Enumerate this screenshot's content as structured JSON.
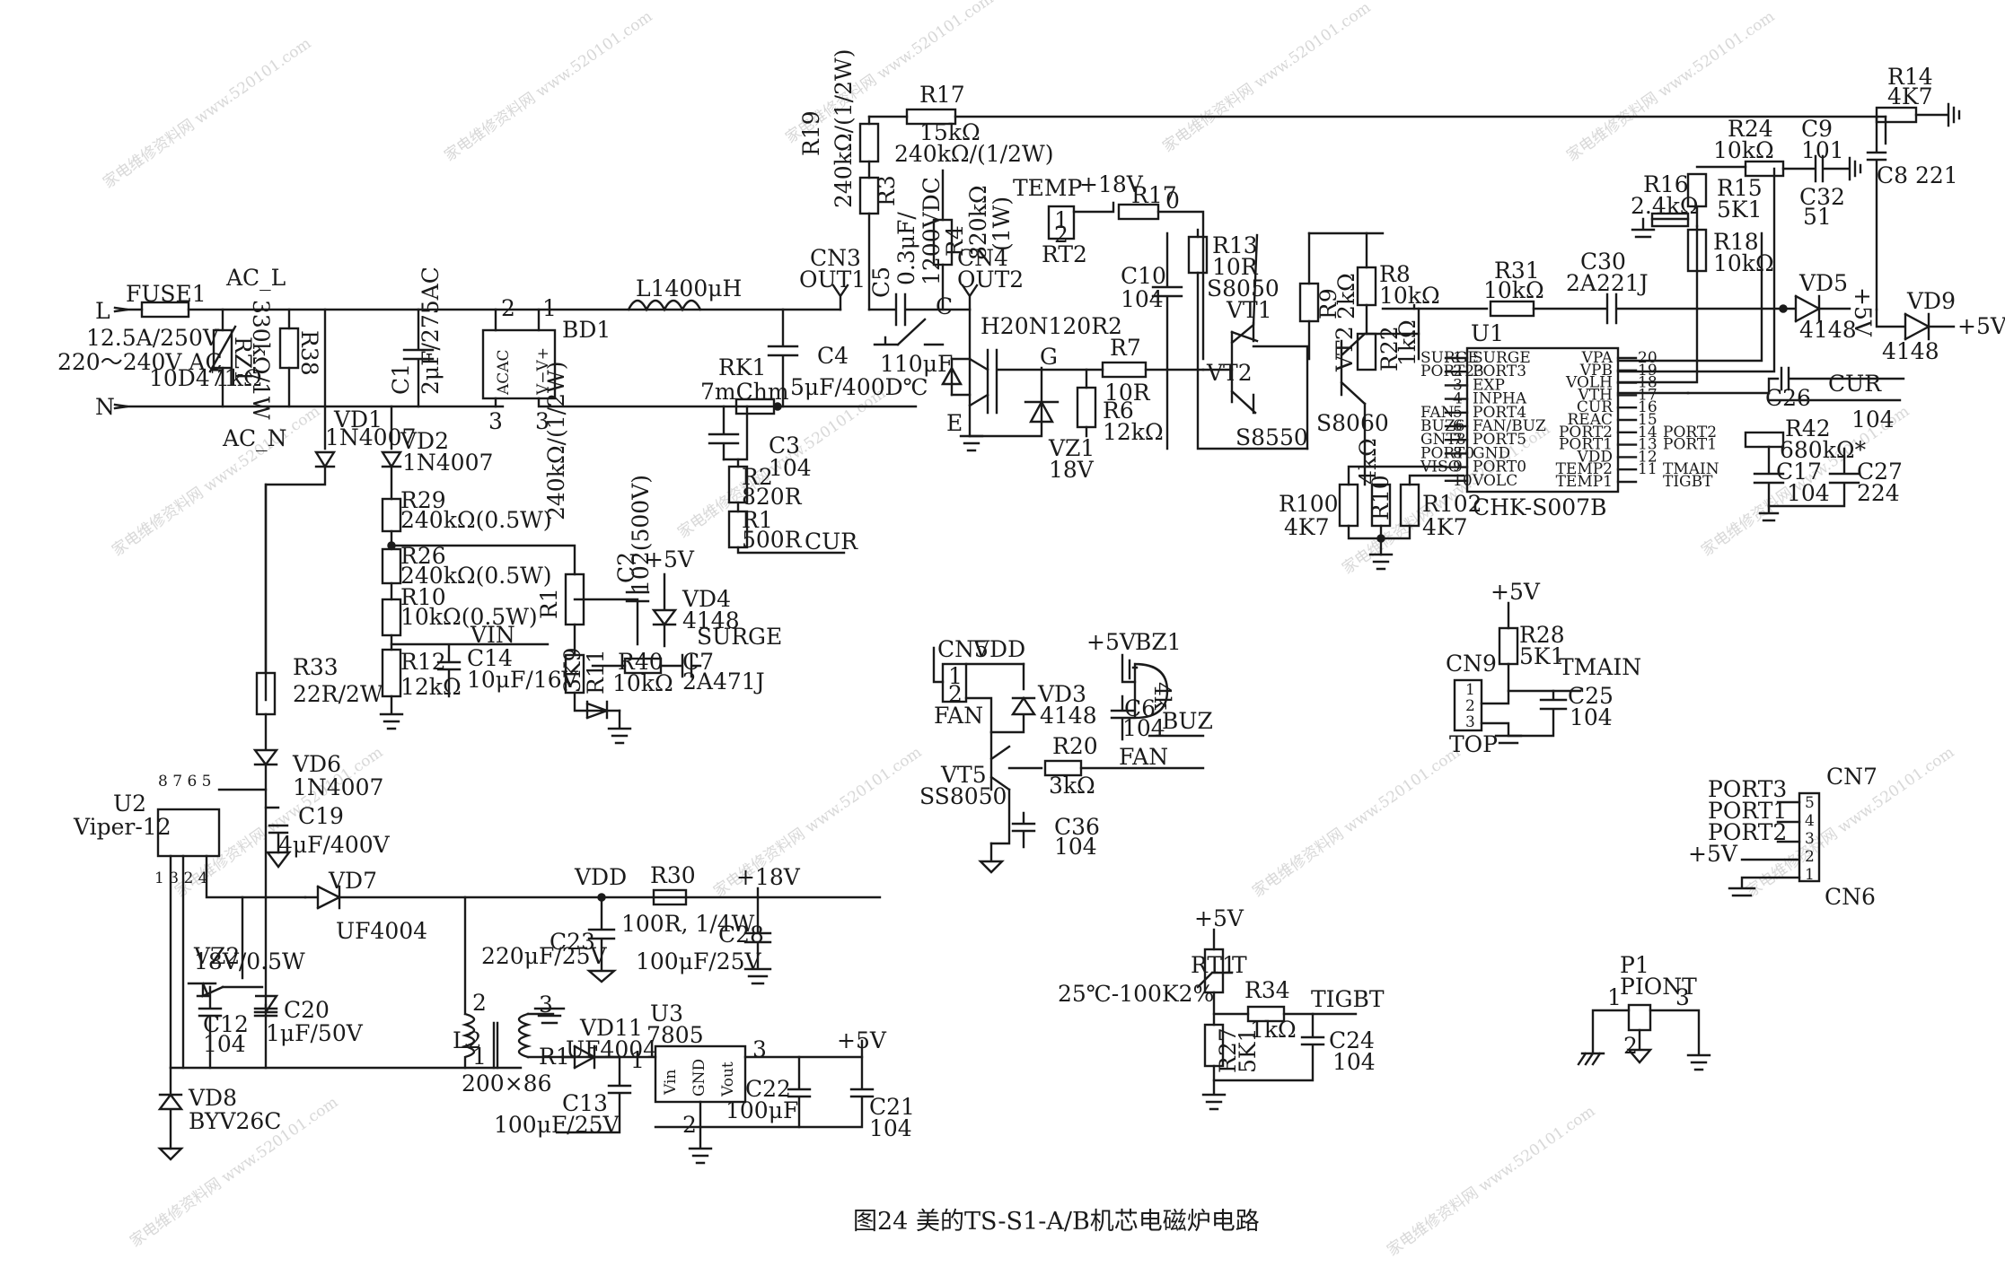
{
  "caption": "图24   美的TS-S1-A/B机芯电磁炉电路",
  "watermark": "家电维修资料网 www.520101.com",
  "labels": {
    "L": "L",
    "N": "N",
    "FUSE1": "FUSE1",
    "fuse_rating": "12.5A/250V",
    "ac_in": "220～240V AC",
    "RZ1": "RZ1",
    "rz1_val": "10D471",
    "R38": "R38",
    "r38_val": "1kΩ",
    "r38_rating": "330kΩ/1W",
    "AC_L": "AC_L",
    "AC_N": "AC_N",
    "C1": "C1",
    "c1_val": "2μF/275AC",
    "BD1": "BD1",
    "ACAC": "ACAC",
    "VV": "V−V+",
    "bd_p2": "2",
    "bd_p1": "1",
    "bd_p3": "3",
    "L1": "L1400μH",
    "CN3": "CN3",
    "OUT1": "OUT1",
    "CN4": "CN4",
    "OUT2": "OUT2",
    "C4": "C4",
    "c4_val": "5μF/400D℃",
    "RK1": "RK1",
    "rk1_val": "7mChm",
    "C3": "C3",
    "c3_val": "104",
    "R2": "R2",
    "r2_val": "820R",
    "R1a": "R1",
    "r1a_val": "500R",
    "CUR": "CUR",
    "R19": "R19",
    "r19_val": "240kΩ/(1/2W)",
    "R17": "R17",
    "r17_val": "15kΩ",
    "R3": "R3",
    "r3_val": "240kΩ/(1/2W)",
    "C5": "C5",
    "c5_val": "0.3μF/",
    "c5_v": "1200VDC",
    "c5_b": "110μF",
    "R4": "R4",
    "r4_val": "820kΩ",
    "r4_w": "(1W)",
    "C_pin": "C",
    "E_pin": "E",
    "G_pin": "G",
    "IGBT": "H20N120R2",
    "R7": "R7",
    "r7_val": "10R",
    "R6": "R6",
    "r6_val": "12kΩ",
    "VZ1": "VZ1",
    "vz1_val": "18V",
    "TEMP": "TEMP",
    "p18": "+18V",
    "R17b": "R17",
    "zero": "0",
    "RT2": "RT2",
    "one": "1",
    "two": "2",
    "C10": "C10",
    "c10_val": "104",
    "R13": "R13",
    "r13_val": "10R",
    "S8050": "S8050",
    "VT1": "VT1",
    "VT2": "VT2",
    "S8550": "S8550",
    "R9": "R9",
    "r9_val": "2kΩ",
    "R8": "R8",
    "r8_val": "10kΩ",
    "VT2b": "VT2",
    "R22": "R22",
    "r22_val": "1kΩ",
    "S8060": "S8060",
    "R100": "R100",
    "r100_val": "4K7",
    "R10": "R10",
    "r10_val": "4kΩ",
    "R102": "R102",
    "r102_val": "4K7",
    "R31": "R31",
    "r31_val": "10kΩ",
    "C30": "C30",
    "c30_val": "2A221J",
    "U1": "U1",
    "chip": "CHK-S007B",
    "pins_left": [
      "SURGE",
      "PORT3",
      "EXP",
      "INPHA",
      "PORT4",
      "FAN/BUZ",
      "PORT5",
      "GND",
      "PORT0",
      "VOLC"
    ],
    "pins_left_nums": [
      "1",
      "2",
      "3",
      "4",
      "5",
      "6",
      "7",
      "8",
      "9",
      "10"
    ],
    "pins_right": [
      "VPA",
      "VPB",
      "VOLH",
      "VTH",
      "CUR",
      "REAC",
      "PORT2",
      "PORT1",
      "VDD",
      "TEMP2",
      "TEMP1"
    ],
    "pins_right_nums": [
      "20",
      "19",
      "18",
      "17",
      "16",
      "15",
      "14",
      "13",
      "12",
      "11"
    ],
    "ext_left": [
      "SURGE",
      "PORT23",
      "",
      "",
      "FAN",
      "BUZ6",
      "GNT8",
      "PORT0",
      "VISO"
    ],
    "ext_right": [
      "PORT2",
      "PORT1",
      "",
      "TMAIN",
      "TIGBT"
    ],
    "R14": "R14",
    "r14_val": "4K7",
    "R24": "R24",
    "r24_val": "10kΩ",
    "C9": "C9",
    "c9_val": "101",
    "C8": "C8 221",
    "C32": "C32",
    "c32_val": "51",
    "R16": "R16",
    "r16_val": "2.4kΩ",
    "R15": "R15",
    "r15_val": "5K1",
    "R18": "R18",
    "r18_val": "10kΩ",
    "VD5": "VD5",
    "vd5_val": "4148",
    "VD9": "VD9",
    "vd9_val": "4148",
    "p5": "+5V",
    "p5r": "+5V",
    "C26": "C26",
    "CUR2": "CUR",
    "c26_val": "104",
    "R42": "R42",
    "r42_val": "680kΩ*",
    "C17": "C17",
    "c17_val": "104",
    "C27": "C27",
    "c27_val": "224",
    "VD1": "VD1",
    "vd1_val": "1N4007",
    "VD2": "VD2",
    "vd2_val": "1N4007",
    "R29": "R29",
    "r29_val": "240kΩ(0.5W)",
    "R26": "R26",
    "r26_val": "240kΩ(0.5W)",
    "R10b": "R10",
    "r10b_val": "10kΩ(0.5W)",
    "VIN": "VIN",
    "R12": "R12",
    "r12_val": "12kΩ",
    "C14": "C14",
    "c14_val": "10μF/16V",
    "R1b": "R1",
    "r1b_val": "240kΩ/(1/2W)",
    "R11": "R11",
    "r11_val": "3K9",
    "C2": "C2",
    "c2_val": "102(500V)",
    "p5c": "+5V",
    "VD4": "VD4",
    "vd4_val": "4148",
    "SURGE": "SURGE",
    "R40": "R40",
    "r40_val": "10kΩ",
    "C7": "C7",
    "c7_val": "2A471J",
    "R33": "R33",
    "r33_val": "22R/2W",
    "VD6": "VD6",
    "vd6_val": "1N4007",
    "U2": "U2",
    "viper": "Viper-12",
    "C19": "C19",
    "c19_val": "4μF/400V",
    "u2_pins_top": "8 7 6 5",
    "u2_pins_bot": "1 3 2 4",
    "VD7": "VD7",
    "vd7_val": "UF4004",
    "VDD": "VDD",
    "R30": "R30",
    "r30_val": "100R, 1/4W",
    "p18b": "+18V",
    "C23": "C23",
    "c23_val": "220μF/25V",
    "C28": "C28",
    "c28_val": "100μF/25V",
    "VZ2": "VZ2",
    "vz2_val": "18V/0.5W",
    "C12": "C12",
    "c12_val": "104",
    "C20": "C20",
    "c20_val": "1μF/50V",
    "L2": "L2",
    "l2_val": "200×86",
    "VD11": "VD11",
    "vd11_val": "UF4004",
    "C13": "C13",
    "c13_val": "100μF/25V",
    "U3": "U3",
    "u3_val": "7805",
    "Vin": "Vin",
    "GND": "GND",
    "Vout": "Vout",
    "C22": "C22",
    "c22_val": "100μF",
    "p5d": "+5V",
    "C21": "C21",
    "c21_val": "104",
    "VD8": "VD8",
    "vd8_val": "BYV26C",
    "CN5": "CN5",
    "VDD2": "VDD",
    "FAN": "FAN",
    "p5e": "+5V",
    "BZ1": "BZ1",
    "bz_val": "4k",
    "VD3": "VD3",
    "vd3_val": "4148",
    "C6": "C6",
    "c6_val": "104",
    "BUZ": "BUZ",
    "R20": "R20",
    "r20_val": "3kΩ",
    "FAN2": "FAN",
    "VT5": "VT5",
    "SS8050": "SS8050",
    "C36": "C36",
    "c36_val": "104",
    "p5f": "+5V",
    "R28": "R28",
    "r28_val": "5K1",
    "CN9": "CN9",
    "TMAIN": "TMAIN",
    "C25": "C25",
    "c25_val": "104",
    "TOP": "TOP",
    "CN7": "CN7",
    "CN6": "CN6",
    "port3": "PORT3",
    "port1": "PORT1",
    "port2": "PORT2",
    "p5g": "+5V",
    "p5h": "+5V",
    "RT1": "RT1",
    "rt1_val": "25℃-100K2%",
    "T": "T",
    "R34": "R34",
    "r34_val": "1kΩ",
    "TIGBT": "TIGBT",
    "R27": "R27",
    "r27_val": "5K1",
    "C24": "C24",
    "c24_val": "104",
    "P1": "P1",
    "piont": "PIONT",
    "p1_1": "1",
    "p1_2": "2",
    "p1_3": "3"
  }
}
